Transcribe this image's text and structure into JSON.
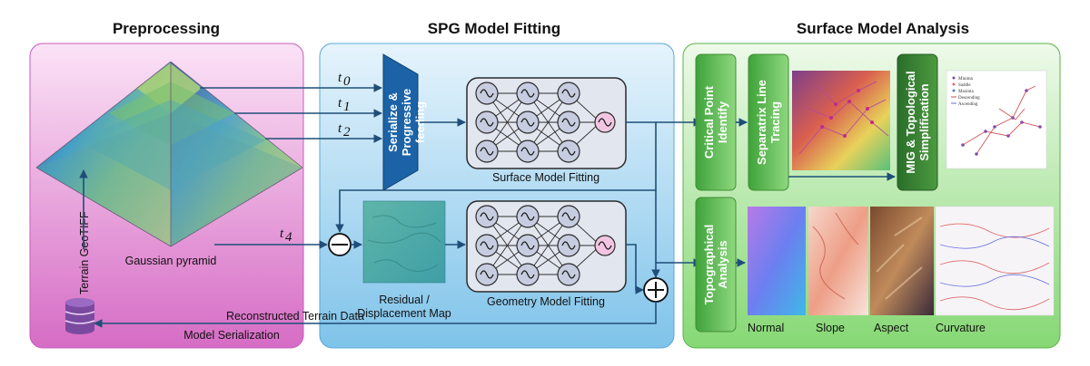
{
  "sections": {
    "preprocessing": "Preprocessing",
    "spg": "SPG Model Fitting",
    "analysis": "Surface Model Analysis"
  },
  "pyramid": {
    "caption": "Gaussian pyramid",
    "levels": [
      "t",
      "t",
      "t",
      "t"
    ],
    "subscripts": [
      "0",
      "1",
      "2",
      "4"
    ]
  },
  "source_label": "Terrain GeoTIFF",
  "serialize_block": {
    "line1": "Serialize &",
    "line2": "Progressive",
    "line3": "feeding"
  },
  "networks": {
    "surface": "Surface Model Fitting",
    "geometry": "Geometry Model Fitting"
  },
  "residual": {
    "line1": "Residual /",
    "line2": "Displacement Map"
  },
  "bottom": {
    "reconstructed": "Reconstructed Terrain Data",
    "serialization": "Model Serialization"
  },
  "analysis_blocks": {
    "critical_1": "Critical Point",
    "critical_2": "Identify",
    "separatrix_1": "Separatrix Line",
    "separatrix_2": "Tracing",
    "mig_1": "MIG & Topological",
    "mig_2": "Simplification",
    "topo_1": "Topographical",
    "topo_2": "Analysis"
  },
  "legend": {
    "items": [
      "Minima",
      "Saddle",
      "Maxima",
      "Descending",
      "Ascending"
    ]
  },
  "maps": [
    "Normal",
    "Slope",
    "Aspect",
    "Curvature"
  ],
  "colors": {
    "preprocessing_bg": "#e27fd0",
    "spg_bg": "#9fd3f0",
    "analysis_bg": "#9be08a",
    "serialize_fill": "#1b63a6",
    "arrow": "#1f4e79",
    "green_block": "#5fbf4a",
    "green_dark": "#2f7d2f"
  }
}
